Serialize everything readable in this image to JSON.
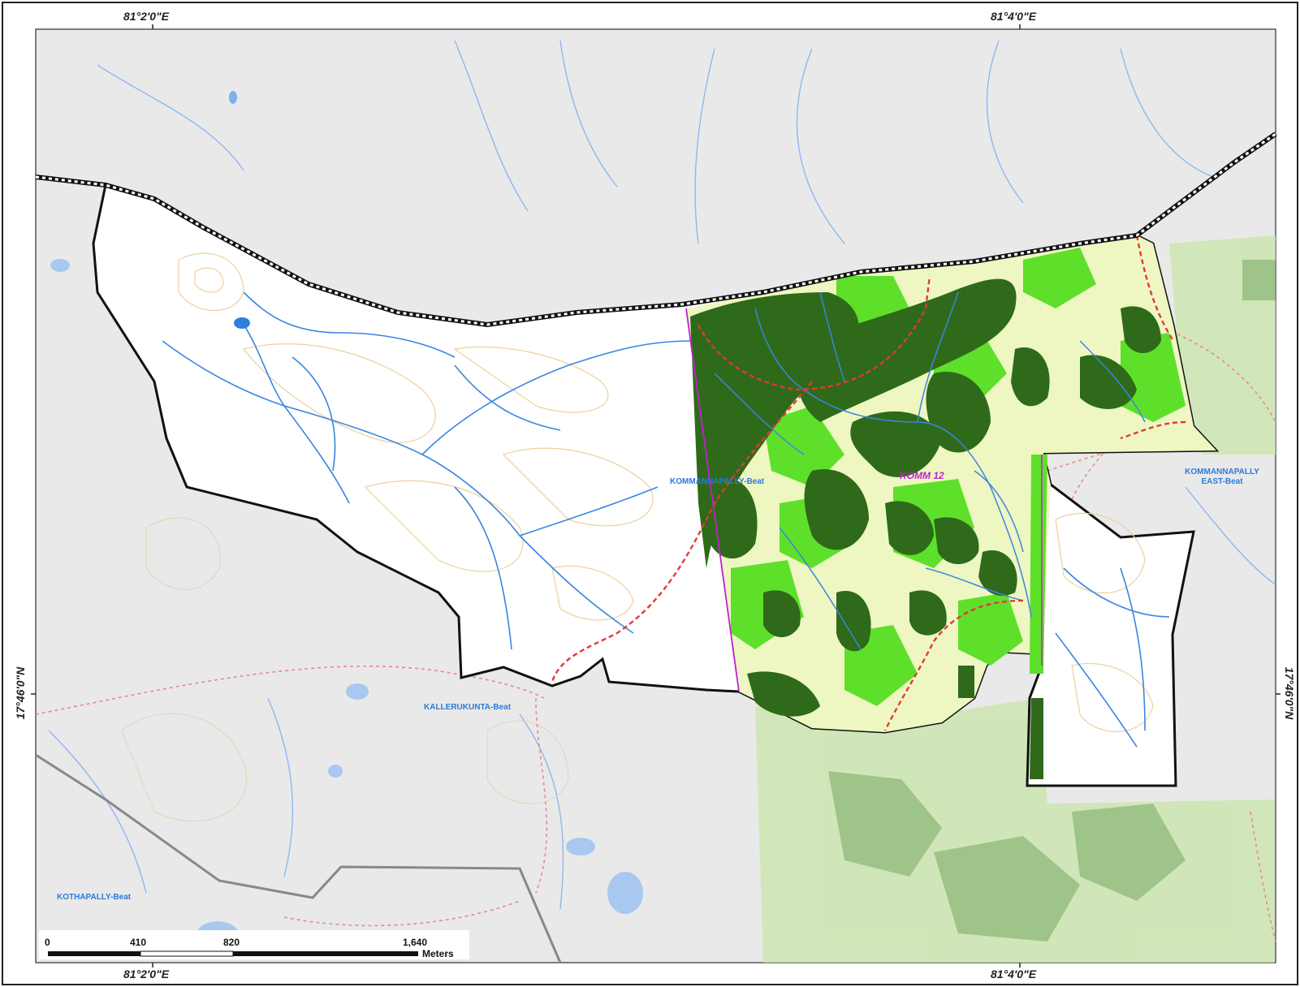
{
  "map": {
    "top_coords": [
      "81°2'0\"E",
      "81°4'0\"E"
    ],
    "bottom_coords": [
      "81°2'0\"E",
      "81°4'0\"E"
    ],
    "left_coord": "17°46'0\"N",
    "right_coord": "17°46'0\"N",
    "labels": {
      "center_beat": "KOMMANNAPALLY-Beat",
      "compartment": "KOMM 12",
      "east_beat_line1": "KOMMANNAPALLY",
      "east_beat_line2": "EAST-Beat",
      "south_beat": "KALLERUKUNTA-Beat",
      "west_beat": "KOTHAPALLY-Beat"
    },
    "scale": {
      "ticks": [
        "0",
        "410",
        "820",
        "1,640"
      ],
      "unit": "Meters"
    },
    "colors": {
      "outside": "#e9e9ea",
      "beat_fill": "#ffffff",
      "dense_forest": "#2e6a1a",
      "open_forest": "#5ee02a",
      "scrub": "#eef7c2",
      "water": "#2f7fde",
      "stream": "#5fa0e6",
      "road": "#e23a34",
      "contour": "#e8c98c"
    }
  }
}
